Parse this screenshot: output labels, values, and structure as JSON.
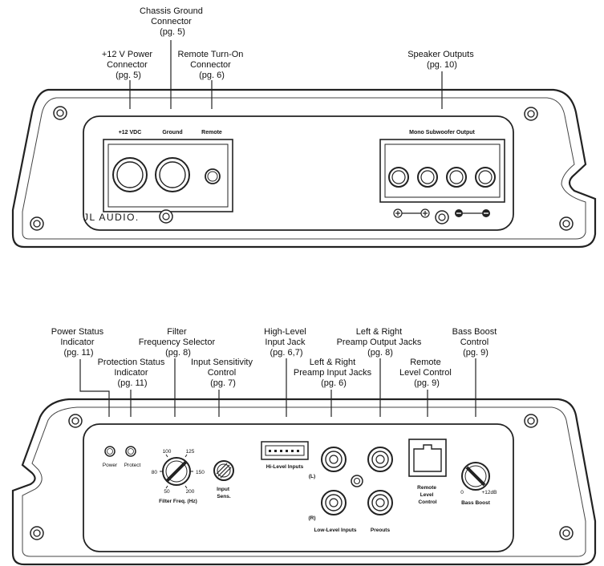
{
  "top_view": {
    "callouts": {
      "power_connector": [
        "+12 V Power",
        "Connector",
        "(pg. 5)"
      ],
      "ground_connector": [
        "Chassis Ground",
        "Connector",
        "(pg. 5)"
      ],
      "remote_connector": [
        "Remote Turn-On",
        "Connector",
        "(pg. 6)"
      ],
      "speaker_outputs": [
        "Speaker Outputs",
        "(pg. 10)"
      ]
    },
    "panel_labels": {
      "power": "+12 VDC",
      "ground": "Ground",
      "remote": "Remote",
      "speaker": "Mono Subwoofer Output"
    },
    "logo": "JL AUDIO."
  },
  "bottom_view": {
    "callouts": {
      "power_status": [
        "Power Status",
        "Indicator",
        "(pg. 11)"
      ],
      "protection_status": [
        "Protection Status",
        "Indicator",
        "(pg. 11)"
      ],
      "filter_frequency": [
        "Filter",
        "Frequency Selector",
        "(pg. 8)"
      ],
      "input_sensitivity": [
        "Input Sensitivity",
        "Control",
        "(pg. 7)"
      ],
      "high_level_input": [
        "High-Level",
        "Input Jack",
        "(pg. 6,7)"
      ],
      "preamp_inputs": [
        "Left & Right",
        "Preamp Input Jacks",
        "(pg. 6)"
      ],
      "preamp_outputs": [
        "Left & Right",
        "Preamp Output Jacks",
        "(pg. 8)"
      ],
      "remote_level": [
        "Remote",
        "Level Control",
        "(pg. 9)"
      ],
      "bass_boost": [
        "Bass Boost",
        "Control",
        "(pg. 9)"
      ]
    },
    "panel_labels": {
      "power_led": "Power",
      "protect_led": "Protect",
      "filter": "Filter Freq. (Hz)",
      "filter_ticks": [
        "100",
        "125",
        "80",
        "150",
        "50",
        "200"
      ],
      "input_sens": [
        "Input",
        "Sens."
      ],
      "hi_level": "Hi-Level Inputs",
      "left": "(L)",
      "right": "(R)",
      "low_level": "Low-Level Inputs",
      "preouts": "Preouts",
      "remote_level": [
        "Remote",
        "Level",
        "Control"
      ],
      "bass_boost": "Bass Boost",
      "bass_min": "0",
      "bass_max": "+12dB"
    }
  }
}
